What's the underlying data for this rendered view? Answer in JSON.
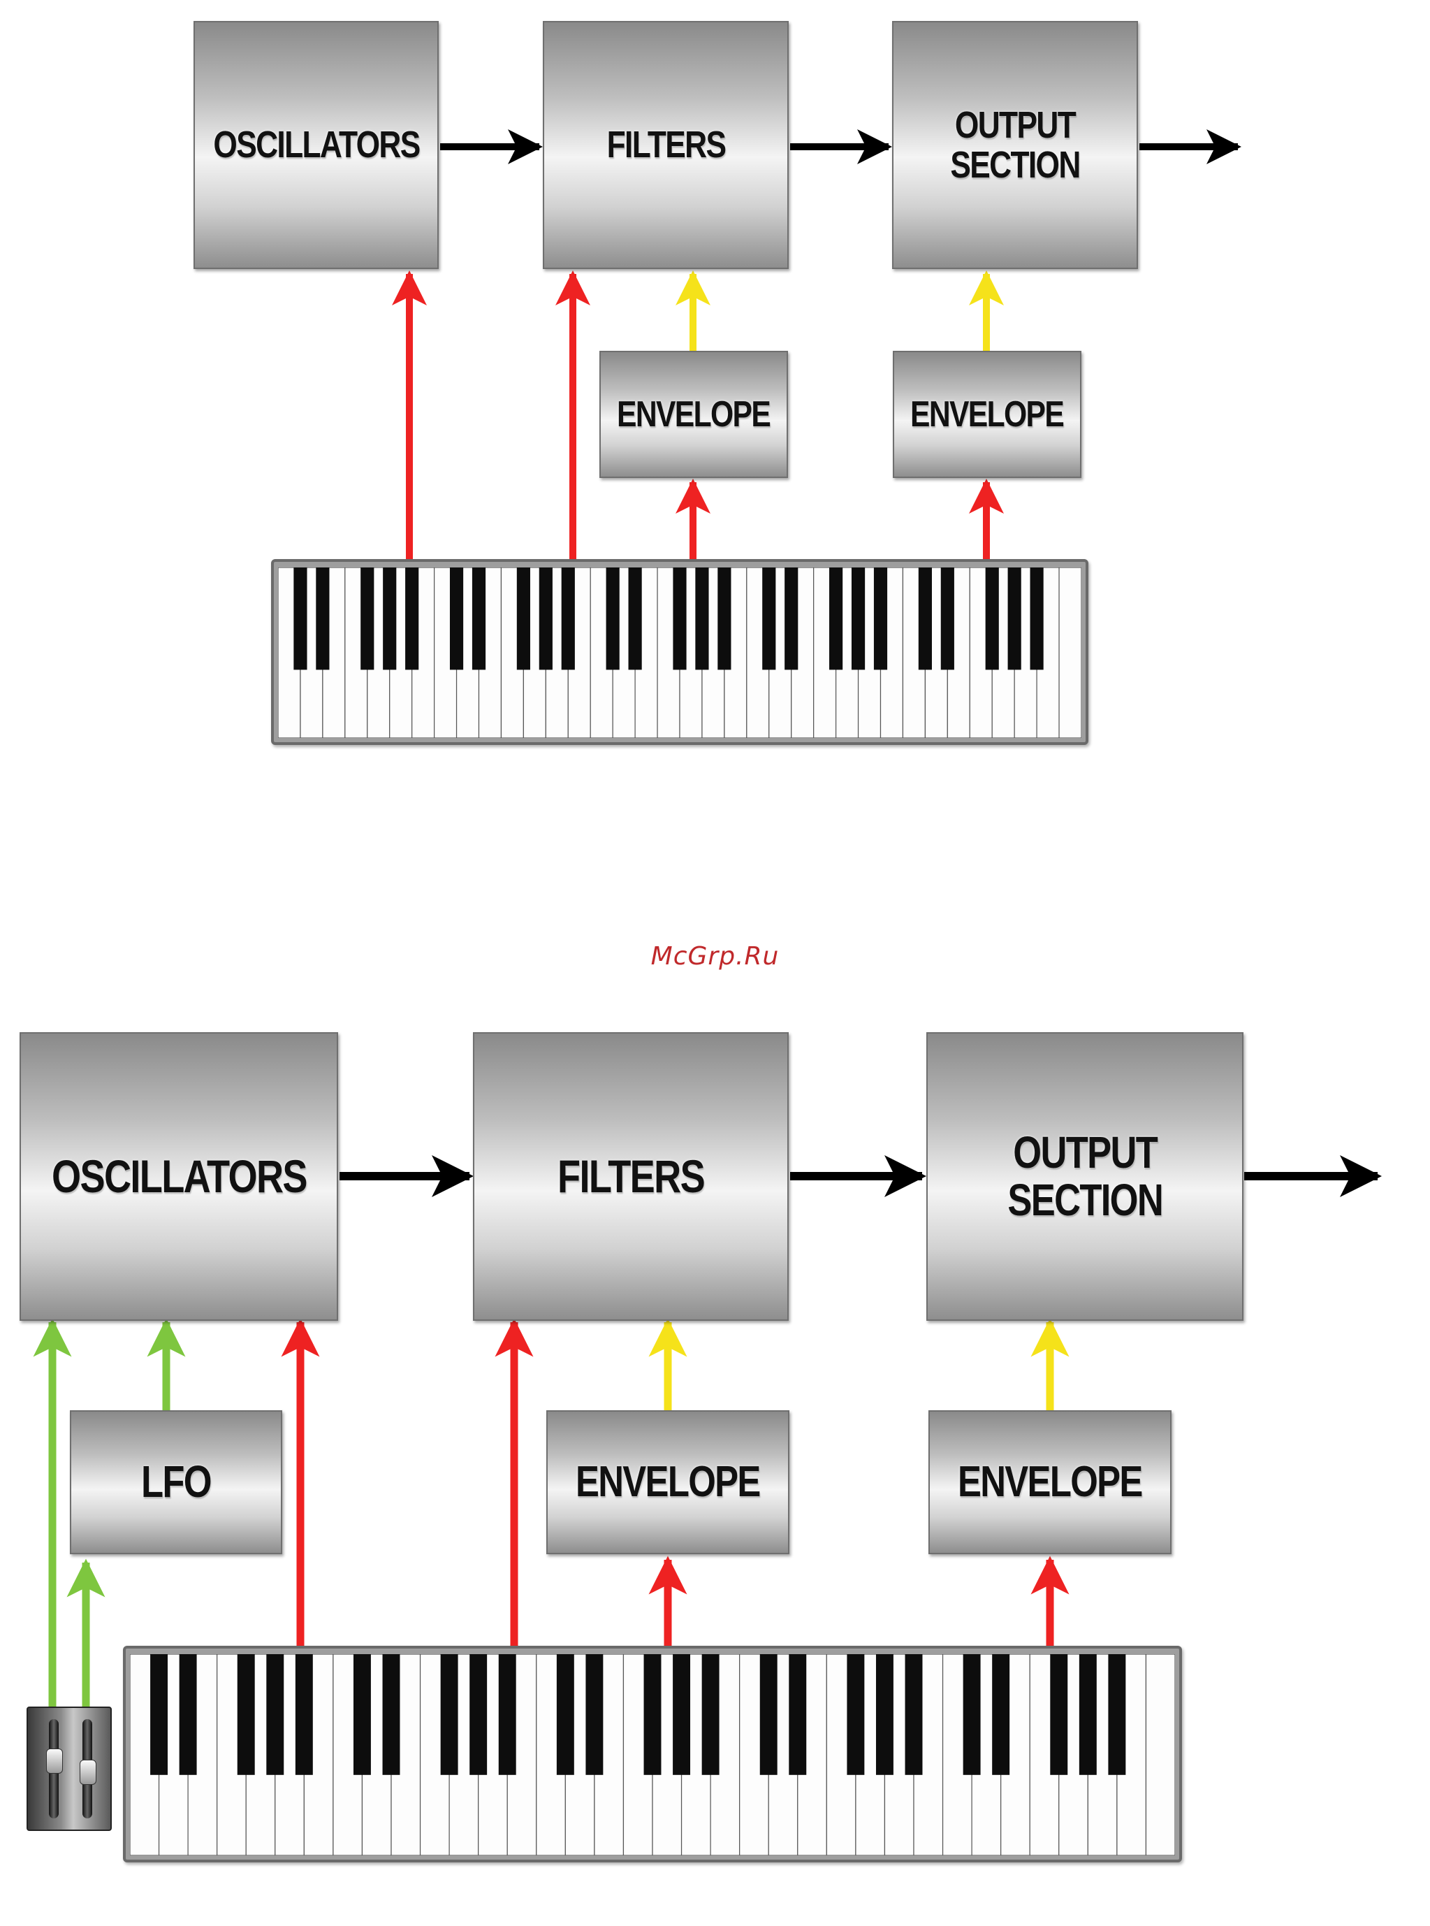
{
  "colors": {
    "signal": "#000000",
    "keyboard_control": "#ee2222",
    "envelope_control": "#f5e21a",
    "lfo_control": "#7ec63f"
  },
  "diagram_top": {
    "oscillators": "OSCILLATORS",
    "filters": "FILTERS",
    "output": "OUTPUT\nSECTION",
    "envelope_1": "ENVELOPE",
    "envelope_2": "ENVELOPE",
    "keyboard": "keyboard-icon"
  },
  "diagram_bottom": {
    "oscillators": "OSCILLATORS",
    "filters": "FILTERS",
    "output": "OUTPUT\nSECTION",
    "lfo": "LFO",
    "envelope_1": "ENVELOPE",
    "envelope_2": "ENVELOPE",
    "keyboard": "keyboard-icon",
    "wheel": "modulation-wheel-icon"
  },
  "watermark": "McGrp.Ru"
}
